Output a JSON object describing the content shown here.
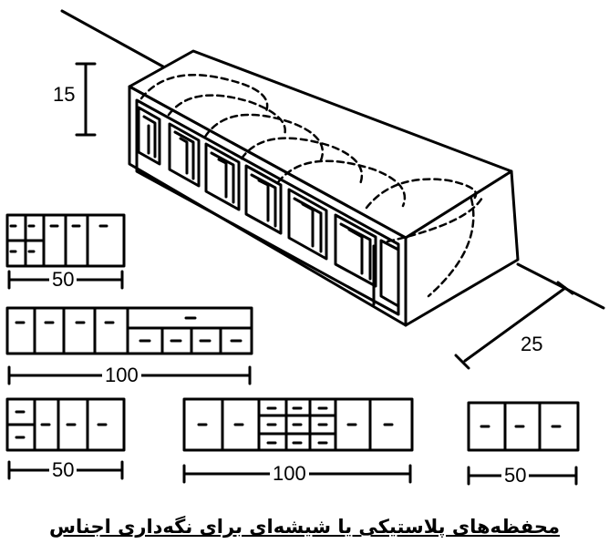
{
  "dimensions": {
    "height": "15",
    "depth": "25",
    "len_small_a": "50",
    "len_long_a": "100",
    "len_small_b": "50",
    "len_long_b": "100",
    "len_small_c": "50"
  },
  "caption": "محفظه‌های پلاستیکی یا شیشه‌ای برای نگه‌داری اجناس",
  "colors": {
    "ink": "#000000",
    "paper": "#ffffff"
  }
}
